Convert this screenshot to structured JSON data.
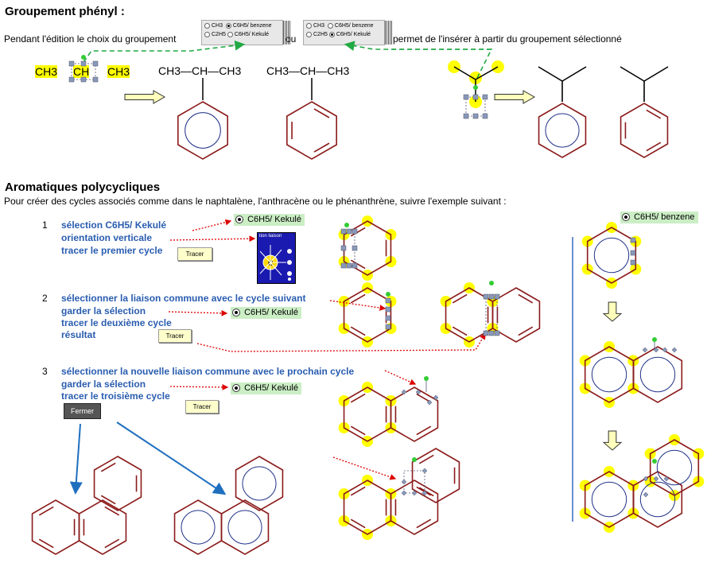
{
  "section1": {
    "title": "Groupement phényl :",
    "instruction_before": "Pendant l'édition le choix du groupement",
    "instruction_mid": "ou",
    "instruction_after": "permet de l'insérer à partir du groupement sélectionné",
    "selector": {
      "opt_ch3": "CH3",
      "opt_benzene": "C6H5/ benzene",
      "opt_c2h5": "C2H5",
      "opt_kekule": "C6H5/ Kekulé"
    },
    "molecule_labels": {
      "ch3_left": "CH3",
      "ch": "CH",
      "ch3_right": "CH3",
      "formula_1": "CH3—CH—CH3",
      "formula_2": "CH3—CH—CH3"
    }
  },
  "section2": {
    "title": "Aromatiques polycycliques",
    "intro": "Pour créer des cycles associés comme dans le naphtalène, l'anthracène ou le phénanthrène, suivre l'exemple suivant :",
    "steps": [
      {
        "num": "1",
        "lines": [
          "sélection C6H5/ Kekulé",
          "orientation verticale",
          "tracer le premier cycle"
        ]
      },
      {
        "num": "2",
        "lines": [
          "sélectionner la liaison commune avec le cycle suivant",
          "garder la sélection",
          "tracer le deuxième cycle",
          "résultat"
        ]
      },
      {
        "num": "3",
        "lines": [
          "sélectionner la nouvelle liaison commune avec le prochain cycle",
          "garder la sélection",
          "tracer le troisième cycle"
        ]
      }
    ],
    "option_kekule": "C6H5/ Kekulé",
    "option_benzene": "C6H5/ benzene",
    "tracer_label": "Tracer",
    "fermer_label": "Fermer",
    "liaison_panel_title": "tion liaison"
  },
  "colors": {
    "ring": "#8b1a1a",
    "highlight": "#ffff00",
    "arrow_green": "#22aa44",
    "arrow_red": "#dd0000",
    "arrow_blue": "#1f6fbf",
    "step_text": "#2a5db0",
    "option_bg": "#cbeec5"
  }
}
